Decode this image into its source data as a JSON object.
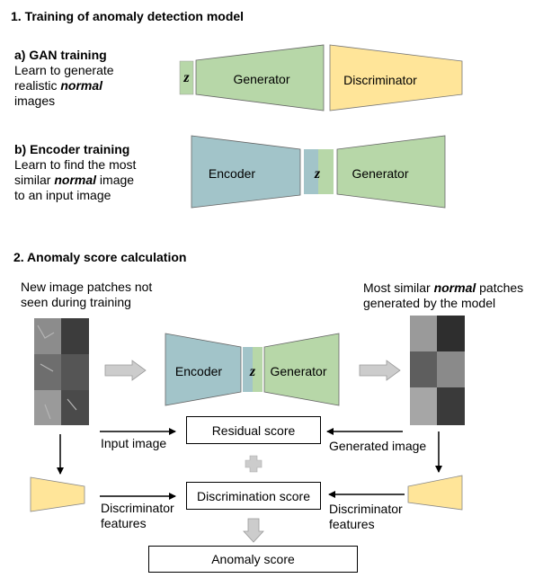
{
  "section1": {
    "title": "1. Training of anomaly detection model",
    "a_title": "a) GAN training",
    "a_line1": "Learn to generate",
    "a_line2_pre": "realistic ",
    "a_line2_em": "normal",
    "a_line3": "images",
    "b_title": "b) Encoder training",
    "b_line1": "Learn to find the most",
    "b_line2_pre": "similar ",
    "b_line2_em": "normal",
    "b_line2_post": " image",
    "b_line3": "to an input image"
  },
  "section2": {
    "title": "2. Anomaly score calculation",
    "left_line1": "New image patches not",
    "left_line2": "seen during training",
    "right_line1_pre": "Most similar ",
    "right_line1_em": "normal",
    "right_line1_post": " patches",
    "right_line2": "generated by the model",
    "residual_score": "Residual score",
    "discrimination_score": "Discrimination score",
    "anomaly_score": "Anomaly score",
    "input_image": "Input image",
    "generated_image": "Generated image",
    "disc_features_left_1": "Discriminator",
    "disc_features_left_2": "features",
    "disc_features_right_1": "Discriminator",
    "disc_features_right_2": "features"
  },
  "network": {
    "z": "z",
    "generator": "Generator",
    "discriminator": "Discriminator",
    "encoder": "Encoder"
  },
  "colors": {
    "generator": "#b7d7a8",
    "encoder": "#a2c4c9",
    "discriminator": "#ffe599",
    "arrow_fill": "#cccccc"
  }
}
